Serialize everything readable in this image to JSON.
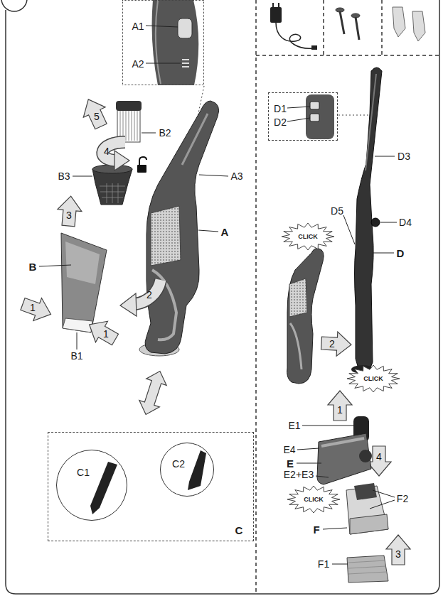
{
  "diagram": {
    "nodes": [
      {
        "text": [
          "A1",
          "A2"
        ]
      },
      {
        "text": [
          "C"
        ]
      },
      {
        "text": [
          "C1"
        ],
        "in": 1
      },
      {
        "text": [
          "C2"
        ],
        "in": 1
      },
      {
        "text": [
          "D1",
          "D2"
        ]
      },
      {
        "text": [
          "CLICK"
        ]
      },
      {
        "text": [
          "CLICK"
        ]
      },
      {
        "text": [
          "CLICK"
        ]
      }
    ],
    "labels": [
      "5",
      "B2",
      "4",
      "B3",
      "A3",
      "3",
      "A",
      "B",
      "2",
      "1",
      "1",
      "B1",
      "D3",
      "D5",
      "D4",
      "D",
      "2",
      "1",
      "E1",
      "E4",
      "4",
      "E",
      "E2+E3",
      "F2",
      "F",
      "3",
      "F1"
    ]
  }
}
